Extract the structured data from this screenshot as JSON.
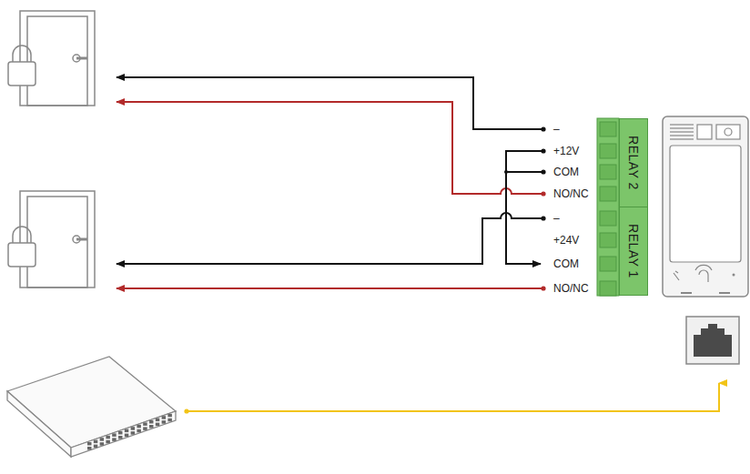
{
  "diagram": {
    "nodes": [
      {
        "text": [
          "RELAY 2"
        ]
      },
      {
        "text": [
          "RELAY 1"
        ]
      }
    ],
    "labels": [
      "–",
      "+12V",
      "COM",
      "NO/NC",
      "–",
      "+24V",
      "COM",
      "NO/NC"
    ]
  }
}
